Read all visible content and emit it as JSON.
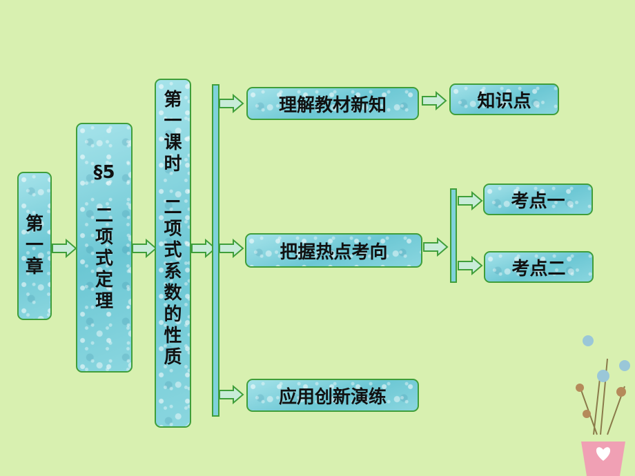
{
  "chapter": {
    "label": "第一章"
  },
  "section": {
    "number": "§5",
    "title": "二项式定理"
  },
  "lesson": {
    "label": "第一课时",
    "title": "二项式系数的性质"
  },
  "branches": {
    "understand": "理解教材新知",
    "grasp": "把握热点考向",
    "apply": "应用创新演练"
  },
  "leaves": {
    "knowledge": "知识点",
    "point1": "考点一",
    "point2": "考点二"
  }
}
